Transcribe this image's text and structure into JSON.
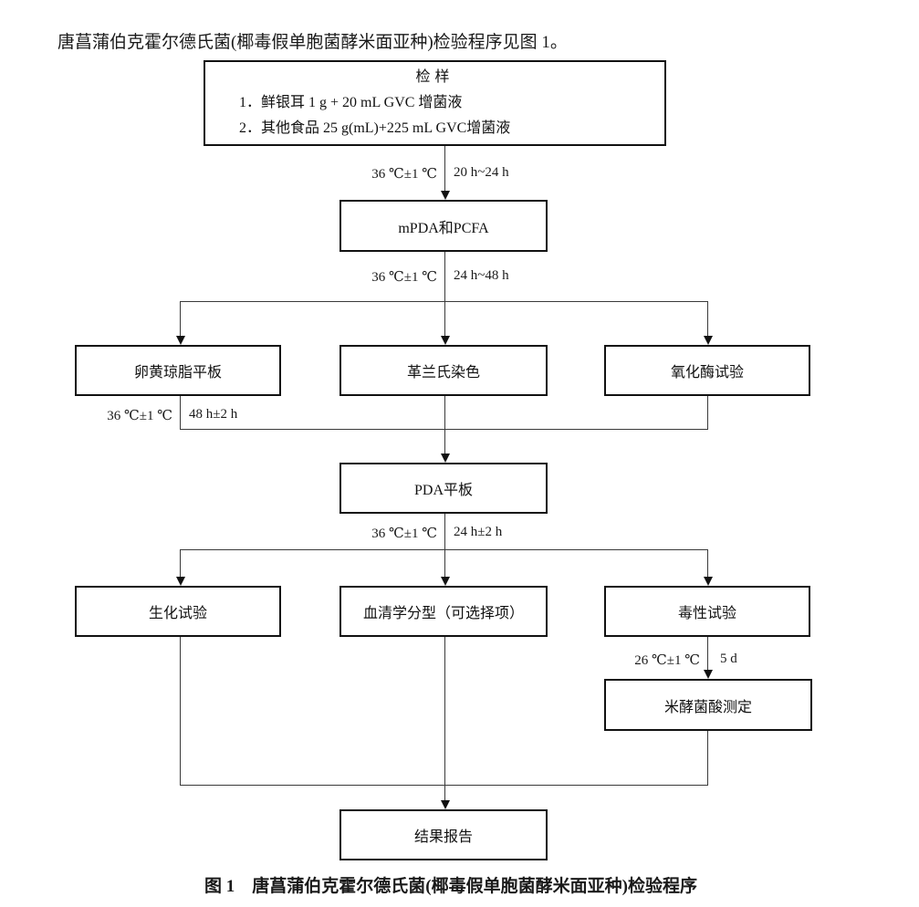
{
  "page": {
    "intro_text": "唐菖蒲伯克霍尔德氏菌(椰毒假单胞菌酵米面亚种)检验程序见图 1。",
    "caption": "图 1　唐菖蒲伯克霍尔德氏菌(椰毒假单胞菌酵米面亚种)检验程序"
  },
  "flowchart": {
    "nodes": {
      "sampling": {
        "title": "检样",
        "line1": "1．鲜银耳 1 g + 20 mL GVC 增菌液",
        "line2": "2．其他食品 25 g(mL)+225 mL GVC增菌液"
      },
      "enrichment": "mPDA和PCFA",
      "egg_yolk_agar": "卵黄琼脂平板",
      "gram_stain": "革兰氏染色",
      "oxidase_test": "氧化酶试验",
      "pda_plate": "PDA平板",
      "biochemical_test": "生化试验",
      "serotyping": "血清学分型（可选择项）",
      "toxicity_test": "毒性试验",
      "bongkrekic_acid": "米酵菌酸测定",
      "result_report": "结果报告"
    },
    "conditions": {
      "c1": {
        "temp": "36 ℃±1 ℃",
        "time": "20 h~24 h"
      },
      "c2": {
        "temp": "36 ℃±1 ℃",
        "time": "24 h~48 h"
      },
      "c3": {
        "temp": "36 ℃±1 ℃",
        "time": "48 h±2 h"
      },
      "c4": {
        "temp": "36 ℃±1 ℃",
        "time": "24 h±2 h"
      },
      "c5": {
        "temp": "26 ℃±1 ℃",
        "time": "5 d"
      }
    },
    "colors": {
      "line": "#3a3a3a",
      "border": "#111111",
      "background": "#ffffff"
    }
  }
}
